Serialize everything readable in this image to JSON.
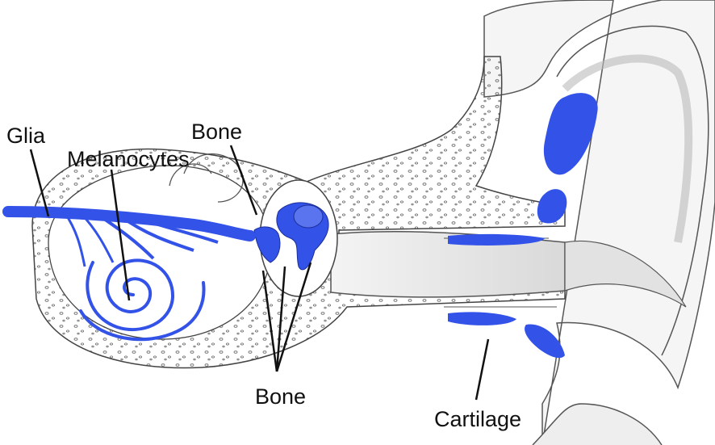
{
  "labels": {
    "glia": "Glia",
    "melanocytes": "Melanocytes",
    "bone_top": "Bone",
    "bone_bottom": "Bone",
    "cartilage": "Cartilage"
  },
  "colors": {
    "highlight": "#3352e8",
    "outline": "#333333",
    "canal_fill": "#e9e9e9",
    "background": "#ffffff"
  }
}
